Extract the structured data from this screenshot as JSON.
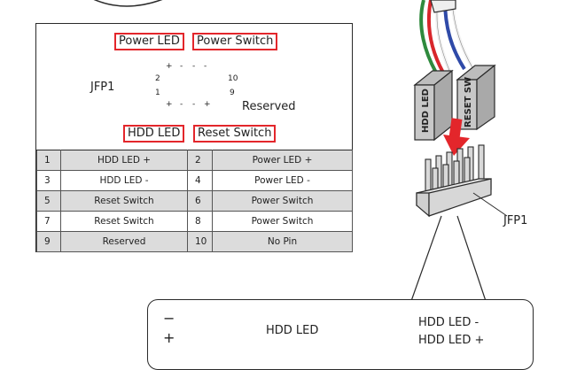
{
  "panel": {
    "labels": {
      "power_led": "Power LED",
      "power_switch": "Power Switch",
      "hdd_led": "HDD LED",
      "reset_switch": "Reset Switch",
      "jfp1": "JFP1",
      "reserved": "Reserved",
      "pin_2": "2",
      "pin_10": "10",
      "pin_1": "1",
      "pin_9": "9",
      "plus": "+",
      "minus": "-"
    },
    "table": [
      {
        "pin_a": "1",
        "name_a": "HDD LED +",
        "pin_b": "2",
        "name_b": "Power LED +"
      },
      {
        "pin_a": "3",
        "name_a": "HDD LED -",
        "pin_b": "4",
        "name_b": "Power LED -"
      },
      {
        "pin_a": "5",
        "name_a": "Reset Switch",
        "pin_b": "6",
        "name_b": "Power Switch"
      },
      {
        "pin_a": "7",
        "name_a": "Reset Switch",
        "pin_b": "8",
        "name_b": "Power Switch"
      },
      {
        "pin_a": "9",
        "name_a": "Reserved",
        "pin_b": "10",
        "name_b": "No Pin"
      }
    ]
  },
  "connector": {
    "plug_left": "HDD LED",
    "plug_right": "RESET SW",
    "header_label": "JFP1"
  },
  "zoom": {
    "minus": "−",
    "plus": "+",
    "plug": "HDD LED",
    "pin_minus": "HDD LED -",
    "pin_plus": "HDD LED +"
  },
  "colors": {
    "accent_red": "#e3262b",
    "row_gray": "#dcdcdc",
    "wire_red": "#d8262b",
    "wire_green": "#2f8a3d",
    "wire_blue": "#2f4aa8",
    "wire_white": "#f4f4f4"
  }
}
